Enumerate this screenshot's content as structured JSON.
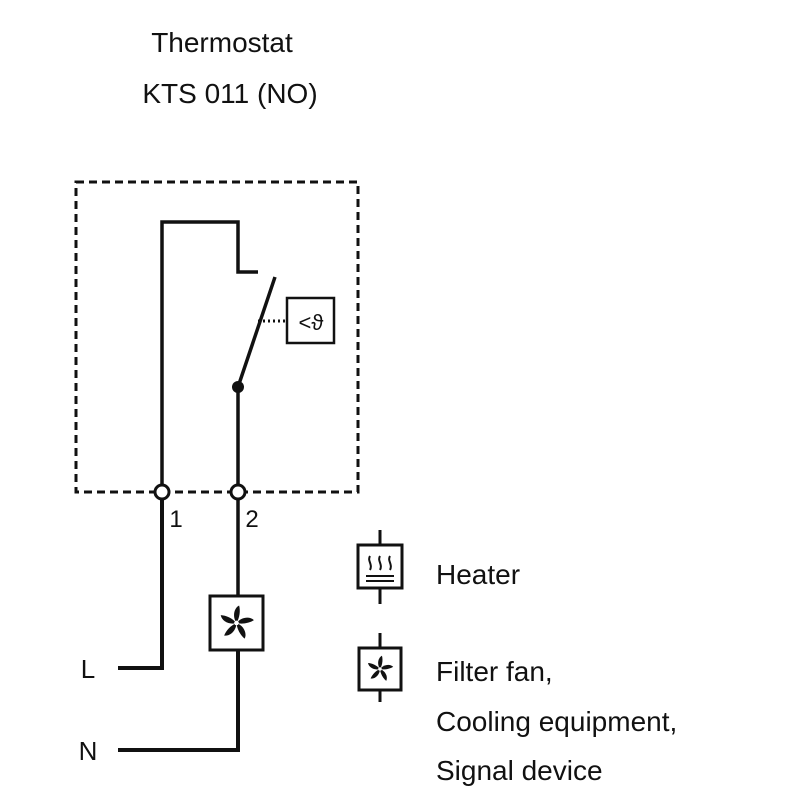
{
  "title": {
    "line1": "Thermostat",
    "line2": "KTS 011 (NO)"
  },
  "sensor": {
    "symbol": "<ϑ"
  },
  "terminals": {
    "t1": "1",
    "t2": "2"
  },
  "supply": {
    "line": "L",
    "neutral": "N"
  },
  "legend": {
    "heater": "Heater",
    "fan_line1": "Filter fan,",
    "fan_line2": "Cooling equipment,",
    "fan_line3": "Signal device"
  },
  "icons": {
    "heater": "heater-icon",
    "fan": "fan-icon"
  },
  "colors": {
    "line": "#111111",
    "background": "#ffffff"
  }
}
